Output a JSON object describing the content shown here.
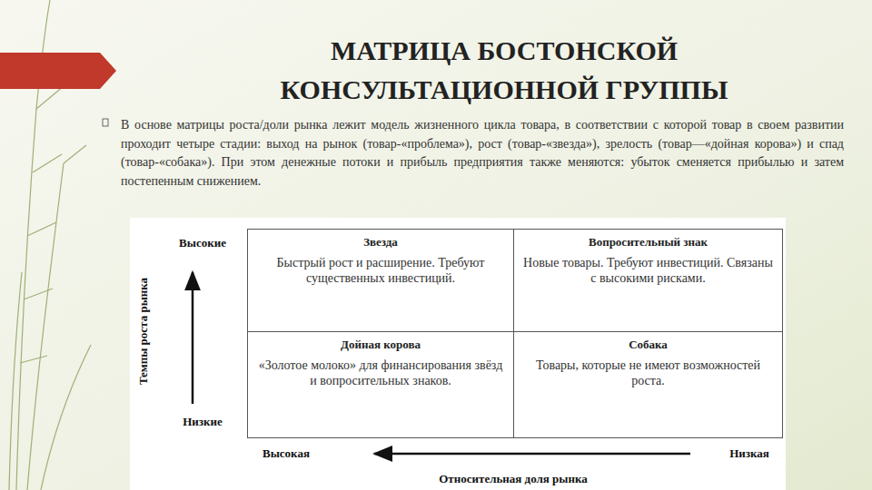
{
  "diagram": {
    "title": "МАТРИЦА БОСТОНСКОЙ КОНСУЛЬТАЦИОННОЙ ГРУППЫ",
    "nodes": [
      {
        "text": [
          "Звезда",
          "Быстрый рост и расширение. Требуют существенных инвестиций."
        ]
      },
      {
        "text": [
          "Вопросительный знак",
          "Новые товары. Требуют инвестиций. Связаны с высокими рисками."
        ]
      },
      {
        "text": [
          "Дойная корова",
          "«Золотое молоко» для финансирования звёзд и вопросительных знаков."
        ]
      },
      {
        "text": [
          "Собака",
          "Товары, которые не имеют возможностей роста."
        ]
      }
    ],
    "labels": [
      "В основе матрицы роста/доли рынка лежит модель жизненного цикла товара, в соответствии с которой товар в своем развитии проходит четыре стадии: выход на рынок (товар-«проблема»), рост (товар-«звезда»), зрелость (товар—«дойная корова») и спад (товар-«собака»). При этом денежные потоки и прибыль предприятия также меняются: убыток сменяется прибылью и затем постепенным снижением.",
      "Высокие",
      "Низкие",
      "Темпы роста рынка",
      "Высокая",
      "Низкая",
      "Относительная доля рынка"
    ]
  }
}
